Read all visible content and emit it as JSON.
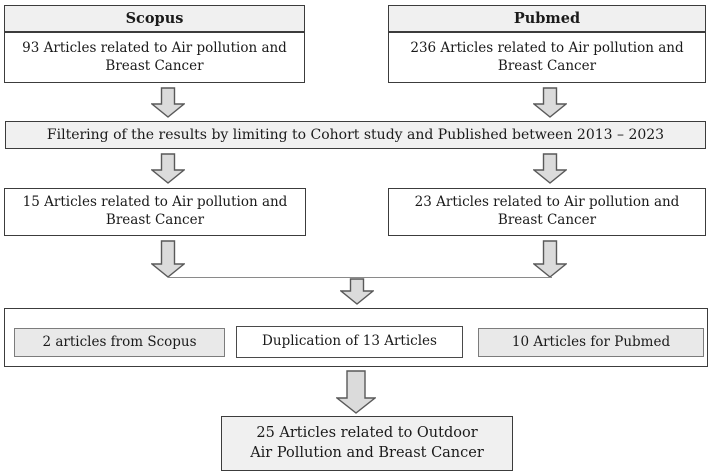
{
  "flow": {
    "sources": [
      {
        "name": "Scopus",
        "initial": "93 Articles related to Air pollution and\nBreast Cancer"
      },
      {
        "name": "Pubmed",
        "initial": "236 Articles related to Air pollution and\nBreast Cancer"
      }
    ],
    "filter_step": "Filtering of the results by limiting to Cohort study and Published between 2013 – 2023",
    "filtered": [
      {
        "label": "15 Articles related to Air pollution and\nBreast Cancer"
      },
      {
        "label": "23 Articles related to Air pollution and\nBreast Cancer"
      }
    ],
    "merge_items": [
      {
        "label": "2 articles from Scopus"
      },
      {
        "label": "Duplication of 13 Articles"
      },
      {
        "label": "10 Articles for Pubmed"
      }
    ],
    "result": "25 Articles related to Outdoor\nAir Pollution and Breast Cancer",
    "colors": {
      "box_fill_light": "#f0f0f0",
      "box_border": "#3c3c3c",
      "arrow_fill": "#dbdbdb",
      "arrow_stroke": "#595959"
    }
  }
}
